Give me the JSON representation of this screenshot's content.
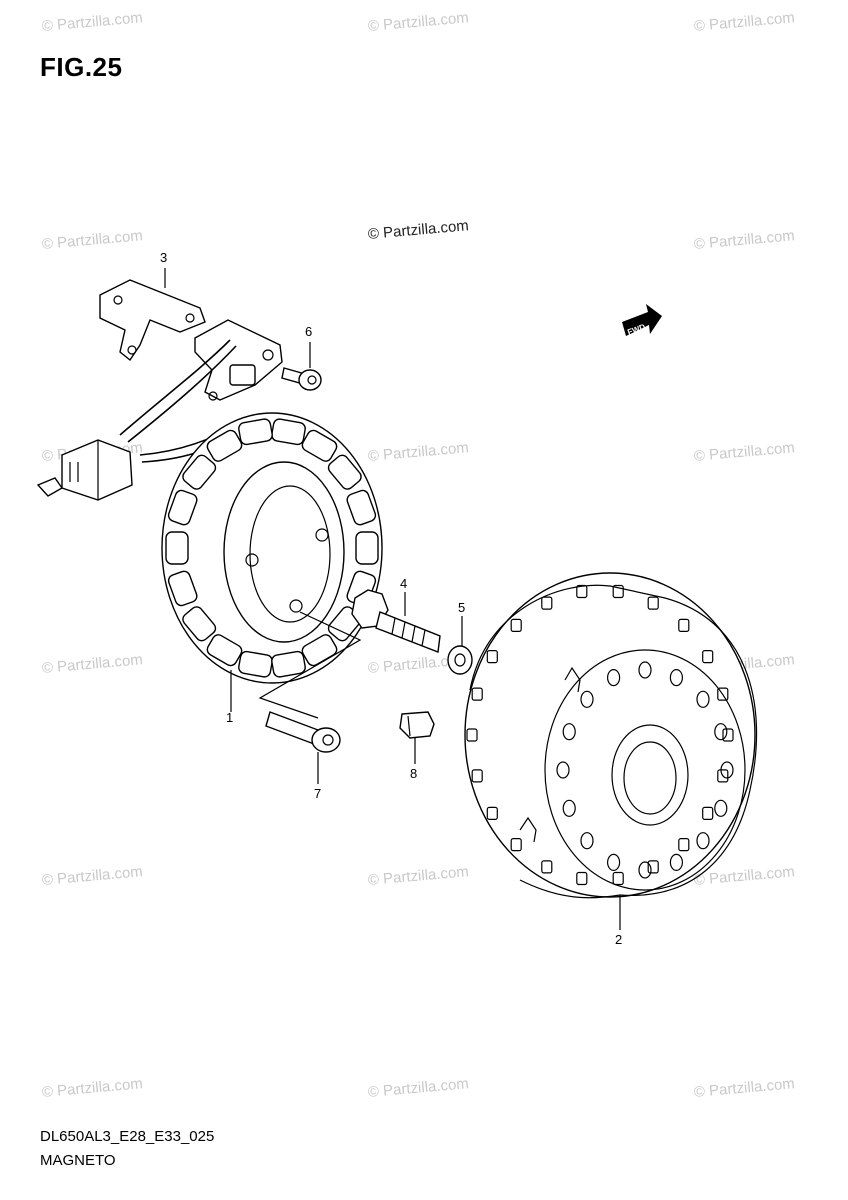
{
  "figure": {
    "title": "FIG.25",
    "footer_code": "DL650AL3_E28_E33_025",
    "footer_name": "MAGNETO"
  },
  "watermark": {
    "text": "© Partzilla.com",
    "center_text": "© Partzilla.com"
  },
  "callouts": [
    {
      "id": "1",
      "label": "1"
    },
    {
      "id": "2",
      "label": "2"
    },
    {
      "id": "3",
      "label": "3"
    },
    {
      "id": "4",
      "label": "4"
    },
    {
      "id": "5",
      "label": "5"
    },
    {
      "id": "6",
      "label": "6"
    },
    {
      "id": "7",
      "label": "7"
    },
    {
      "id": "8",
      "label": "8"
    }
  ],
  "fwd_label": "FWD"
}
